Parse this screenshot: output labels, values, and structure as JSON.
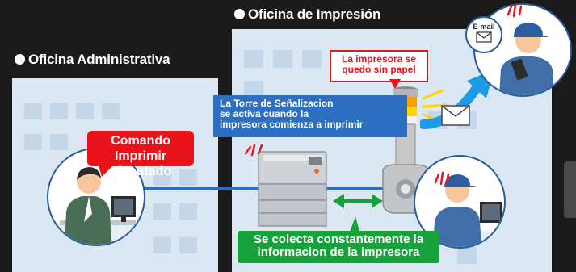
{
  "headings": {
    "admin": "Oficina Administrativa",
    "print": "Oficina de Impresión"
  },
  "callouts": {
    "print_command": [
      "Comando Imprimir",
      "Ejecutado"
    ],
    "tower_activation": [
      "La Torre de Señalizacion",
      "se activa cuando la",
      "impresora comienza a imprimir"
    ],
    "out_of_paper": [
      "La impresora se",
      "quedo sin papel"
    ],
    "data_collection": [
      "Se colecta constantemente la",
      "informacion de la impresora"
    ]
  },
  "phone_label": "E-mail",
  "colors": {
    "background": "#1b1b1b",
    "building": "#dbe8f4",
    "window": "#c4d7ea",
    "red": "#e8121b",
    "blue": "#2d6fc0",
    "green": "#16a23b",
    "signal_amber": "#f5a100",
    "signal_yellow": "#ffd400",
    "arrow": "#1e9be8"
  },
  "icons": [
    "envelope-icon",
    "smartphone-icon",
    "alert-marks-icon",
    "double-arrow-icon",
    "signal-tower-icon",
    "printer-icon"
  ]
}
